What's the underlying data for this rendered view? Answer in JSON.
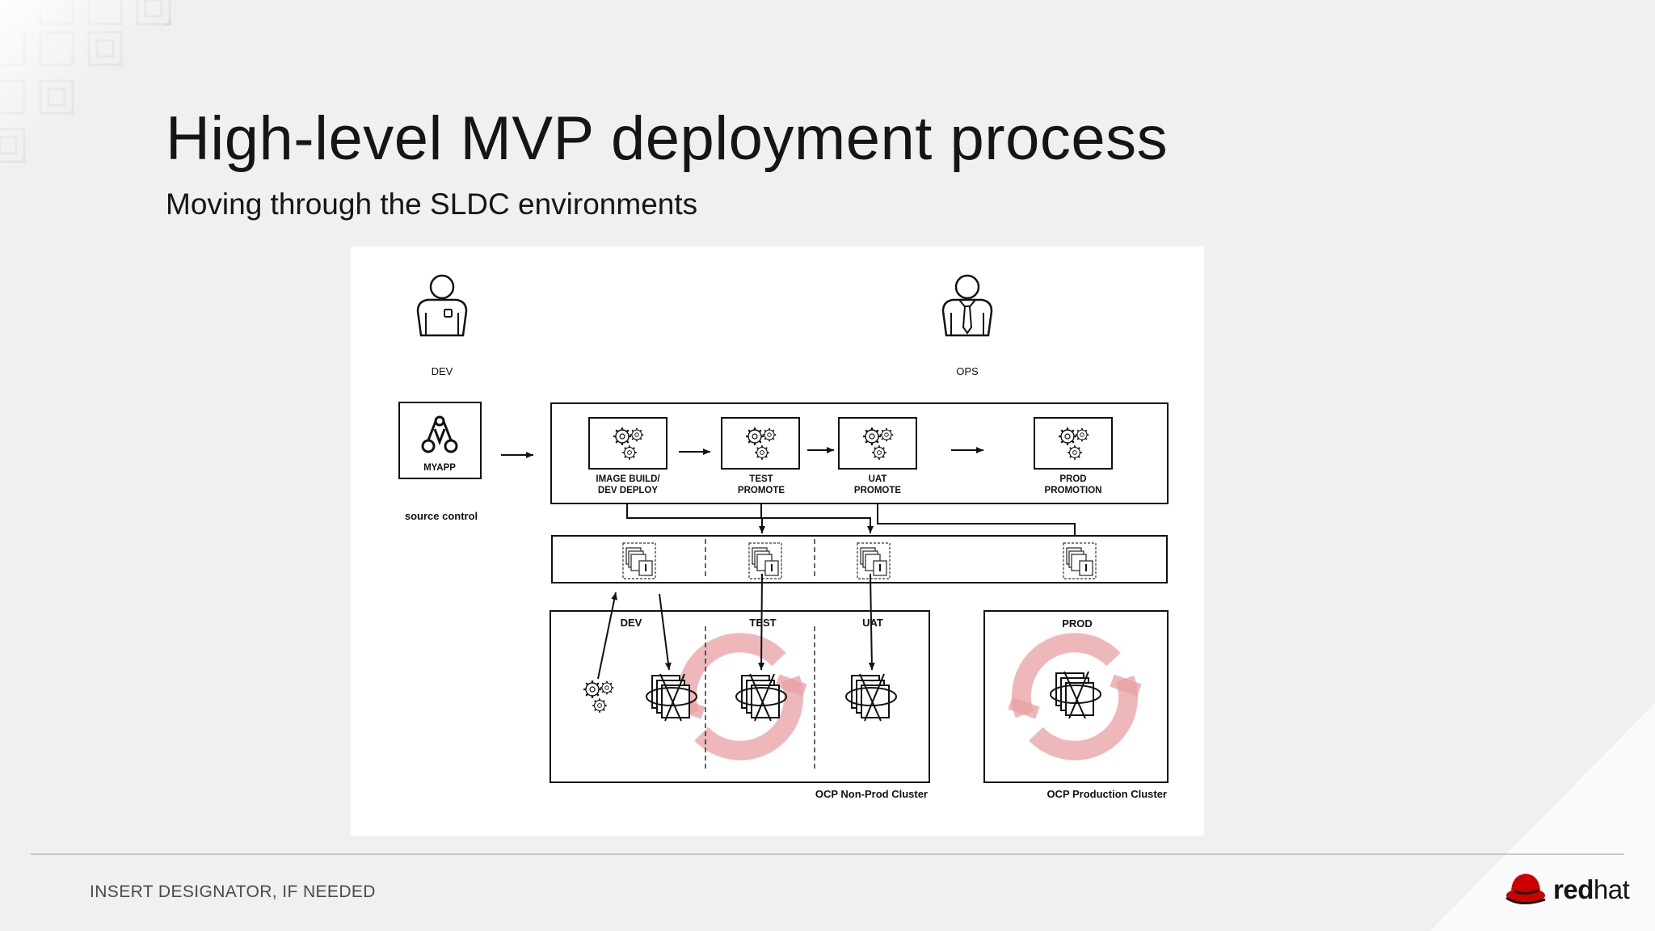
{
  "slide": {
    "title": "High-level MVP deployment process",
    "subtitle": "Moving through the SLDC environments",
    "footer_designator": "INSERT DESIGNATOR, IF NEEDED",
    "logo": {
      "text_bold": "red",
      "text_regular": "hat",
      "color": "#cc0000"
    }
  },
  "diagram": {
    "actors": [
      {
        "label": "DEV",
        "icon": "developer-person-icon"
      },
      {
        "label": "OPS",
        "icon": "ops-person-with-tie-icon"
      }
    ],
    "source": {
      "repo_label": "MYAPP",
      "caption": "source control",
      "icon": "git-repo-icon"
    },
    "pipeline_stages": [
      {
        "label_line1": "IMAGE BUILD/",
        "label_line2": "DEV DEPLOY",
        "icon": "gears-icon"
      },
      {
        "label_line1": "TEST",
        "label_line2": "PROMOTE",
        "icon": "gears-icon"
      },
      {
        "label_line1": "UAT",
        "label_line2": "PROMOTE",
        "icon": "gears-icon"
      },
      {
        "label_line1": "PROD",
        "label_line2": "PROMOTION",
        "icon": "gears-icon"
      }
    ],
    "registry_images": 4,
    "environments": [
      {
        "label": "DEV"
      },
      {
        "label": "TEST"
      },
      {
        "label": "UAT"
      },
      {
        "label": "PROD"
      }
    ],
    "clusters": [
      {
        "label": "OCP Non-Prod Cluster"
      },
      {
        "label": "OCP Production Cluster"
      }
    ],
    "colors": {
      "openshift_ring": "#e8a0a4",
      "line": "#111111"
    }
  }
}
